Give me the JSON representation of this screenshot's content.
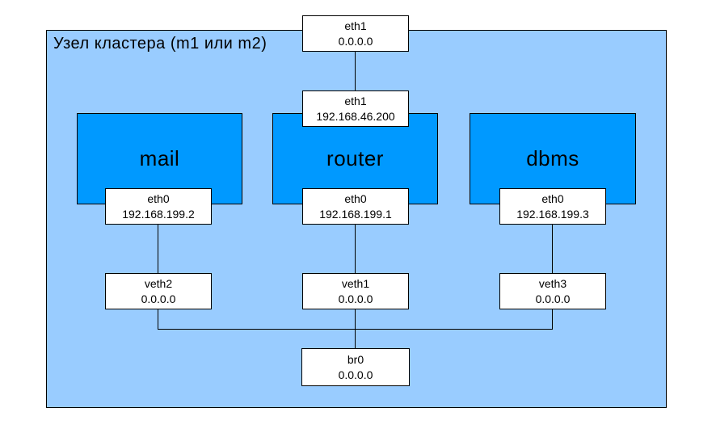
{
  "colors": {
    "cluster_bg": "#99CCFF",
    "container_bg": "#0099FF",
    "interface_bg": "#FFFFFF",
    "border": "#000000"
  },
  "cluster": {
    "title": "Узел кластера (m1 или m2)"
  },
  "interfaces": {
    "eth1_external": {
      "name": "eth1",
      "ip": "0.0.0.0"
    },
    "eth1_host": {
      "name": "eth1",
      "ip": "192.168.46.200"
    },
    "eth0_mail": {
      "name": "eth0",
      "ip": "192.168.199.2"
    },
    "eth0_router": {
      "name": "eth0",
      "ip": "192.168.199.1"
    },
    "eth0_dbms": {
      "name": "eth0",
      "ip": "192.168.199.3"
    },
    "veth2": {
      "name": "veth2",
      "ip": "0.0.0.0"
    },
    "veth1": {
      "name": "veth1",
      "ip": "0.0.0.0"
    },
    "veth3": {
      "name": "veth3",
      "ip": "0.0.0.0"
    },
    "br0": {
      "name": "br0",
      "ip": "0.0.0.0"
    }
  },
  "containers": {
    "mail": {
      "label": "mail"
    },
    "router": {
      "label": "router"
    },
    "dbms": {
      "label": "dbms"
    }
  }
}
